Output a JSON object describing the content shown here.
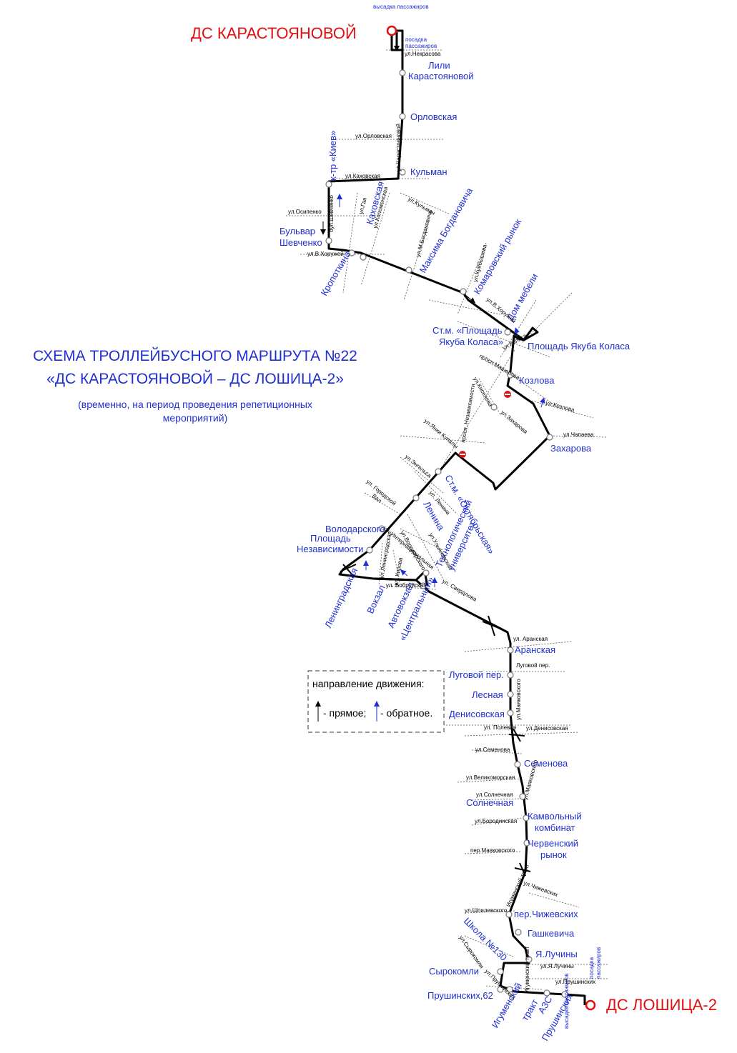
{
  "title": {
    "line1": "СХЕМА ТРОЛЛЕЙБУСНОГО МАРШРУТА №22",
    "line2": "«ДС КАРАСТОЯНОВОЙ – ДС ЛОШИЦА-2»",
    "note1": "(временно, на период проведения репетиционных",
    "note2": "мероприятий)"
  },
  "terminals": {
    "start": "ДС КАРАСТОЯНОВОЙ",
    "end": "ДС ЛОШИЦА-2"
  },
  "boarding": {
    "dropoff": "высадка пассажиров",
    "pickup_1": "посадка",
    "pickup_2": "пассажиров"
  },
  "stops": {
    "lili_1": "Лили",
    "lili_2": "Карастояновой",
    "orlovskaya": "Орловская",
    "kulman": "Кульман",
    "kiev": "к-тр «Киев»",
    "kahovskaya": "Каховская",
    "shevchenko_1": "Бульвар",
    "shevchenko_2": "Шевченко",
    "kropotkina": "Кропоткина",
    "bogdanovicha": "Максима Богдановича",
    "komarovsky": "Комаровский рынок",
    "dom_mebeli": "Дом мебели",
    "kolasa_metro_1": "Ст.м. «Площадь",
    "kolasa_metro_2": "Якуба Коласа»",
    "kolasa_sq": "Площадь Якуба Коласа",
    "kozlova": "Козлова",
    "zaharova": "Захарова",
    "oktyabrskaya": "Ст.м. «Октябрьская»",
    "lenina": "Ленина",
    "volodarskogo": "Володарского",
    "ploshchad_1": "Площадь",
    "ploshchad_2": "Независимости",
    "tehuniver_1": "Технологический",
    "tehuniver_2": "университет",
    "leningradskaya": "Ленинградская",
    "vokzal": "Вокзал",
    "avtovokzal_1": "Автовокзал",
    "avtovokzal_2": "«Центральный»",
    "aranskaya": "Аранская",
    "lugovoy": "Луговой пер.",
    "lesnaya": "Лесная",
    "denisovskaya": "Денисовская",
    "semenova": "Семенова",
    "solnechnaya": "Солнечная",
    "kamvolny_1": "Камвольный",
    "kamvolny_2": "комбинат",
    "chervensky_1": "Червенский",
    "chervensky_2": "рынок",
    "chizhevskih": "пер.Чижевских",
    "gashkevicha": "Гашкевича",
    "luchiny": "Я.Лучины",
    "shkola": "Школа №130",
    "syrokomli": "Сырокомли",
    "prushinskih62": "Прушинских,62",
    "igumensky_1": "Игуменский",
    "igumensky_2": "тракт",
    "azs_1": "АЗС",
    "azs_2": "Прушинских"
  },
  "streets": {
    "nekrasova": "ул.Некрасова",
    "orlovskaya": "ул.Орловская",
    "karastoyanovoy": "ул.Карастояновой",
    "kahovskaya": "ул.Каховская",
    "gaya": "ул.Гая",
    "kolomenskaya": "ул.Коломенская",
    "kulmana": "ул.Кульман",
    "osipenko": "ул.Осипенко",
    "bul_shevchenko": "бул.Шевченко",
    "khoruzhey": "ул.В.Хоружей",
    "bogdanovicha": "ул.М.Богдановича",
    "kuybysheva": "ул.Куйбышева",
    "khoruzhey2": "ул.В.Хоружей",
    "kolasa": "ул.Коласа",
    "masherova": "просп.Машерова",
    "kiseleva": "ул.Киселева",
    "kozlova": "ул.Козлова",
    "zaharova": "ул.Захарова",
    "chapaeva": "ул.Чапаева",
    "kupaly": "ул.Янки Купалы",
    "nezavisimosti": "просп. Независимости",
    "engelsa": "ул.Энгельса",
    "gorodskoy_val_1": "ул. Городской",
    "gorodskoy_val_2": "Вал",
    "lenina": "ул. Ленина",
    "internatsionalnaya": "ул. Интернациональная",
    "volodarskogo": "ул.Володарского",
    "ulyanovskaya": "ул.Ульяновская",
    "kirova": "ул. Кирова",
    "leninogradskaya": "ул.Ленинградская",
    "bobruyskaya": "ул. Бобруйская",
    "sverdlova": "ул. Свердлова",
    "aranskaya": "ул. Аранская",
    "lugovoy": "Луговой пер.",
    "maykovskogo": "ул.Маяковского",
    "denisovskaya": "ул.Денисовская",
    "polevaya": "ул. Полевая",
    "semenova": "ул.Семенова",
    "velikomorskaya": "ул.Великоморская",
    "solnechnaya": "ул.Солнечная",
    "maykovskogo2": "ул.Маяковского",
    "borodinskaya": "ул.Бородинская",
    "per_maykovskogo": "пер.Маяковского",
    "igumensky": "Игуменский тракт",
    "chizhevskih": "ул.Чижевских",
    "shpilevskogo": "ул.Шпилевского",
    "syrokomli": "ул.Сырокомли",
    "luchiny": "ул.Я.Лучины",
    "prushinskih": "ул.Прушинских",
    "prushinskih2": "ул.Прушинских",
    "igum_trakt_small": "Игуменский тракт"
  },
  "legend": {
    "title": "направление движения:",
    "forward": "- прямое;",
    "reverse": "- обратное."
  },
  "colors": {
    "terminal_text": "#e01010",
    "stop_text": "#1f2fd1",
    "route": "#000000",
    "reverse_arrow": "#1f2fd1"
  }
}
